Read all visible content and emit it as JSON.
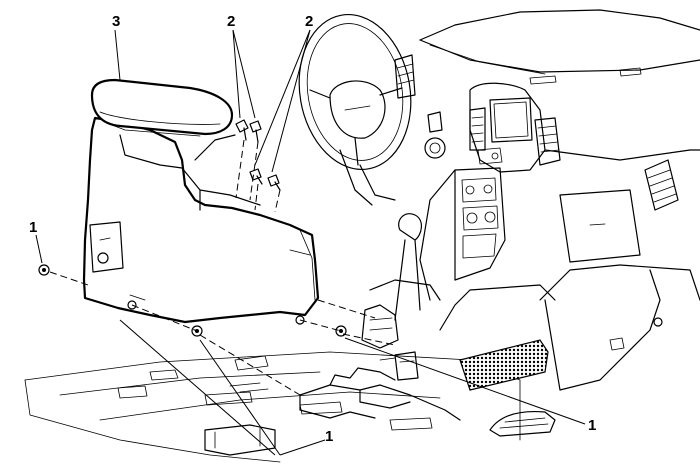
{
  "callouts": {
    "c1_left": "1",
    "c1_bottom": "1",
    "c1_right": "1",
    "c2_left": "2",
    "c2_right": "2",
    "c3": "3"
  }
}
